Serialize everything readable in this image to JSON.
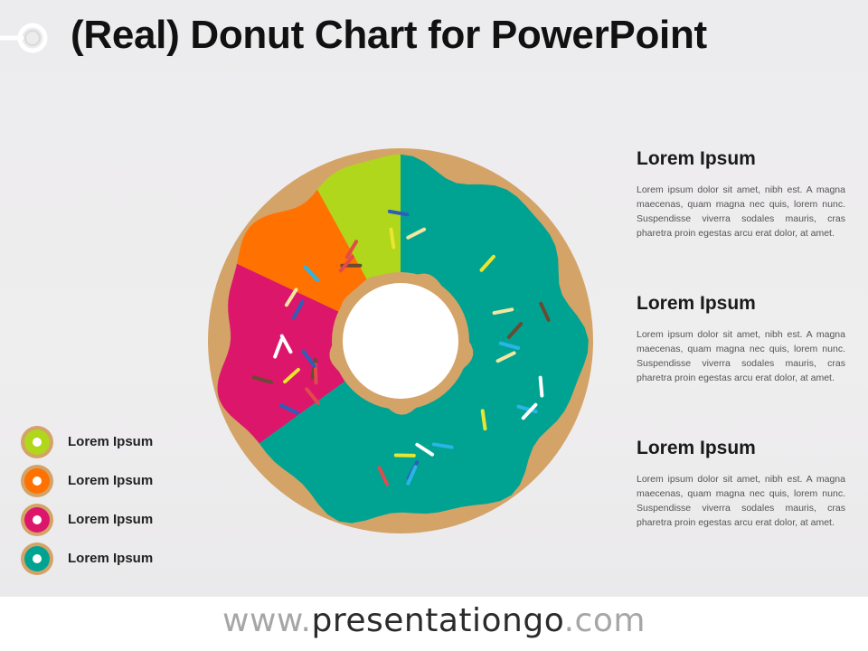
{
  "header": {
    "title": "(Real) Donut Chart for PowerPoint",
    "icon": "donut-ring-icon"
  },
  "chart_data": {
    "type": "pie",
    "title": "",
    "categories": [
      "Lorem Ipsum",
      "Lorem Ipsum",
      "Lorem Ipsum",
      "Lorem Ipsum"
    ],
    "values": [
      8,
      10,
      17,
      65
    ],
    "colors": [
      "#b0d71b",
      "#ff7100",
      "#db166b",
      "#00a392"
    ],
    "hole": true,
    "dough_color": "#d4a367",
    "legend_position": "bottom-left"
  },
  "legend": {
    "items": [
      {
        "label": "Lorem Ipsum",
        "color": "#b0d71b",
        "icon": "donut-icon"
      },
      {
        "label": "Lorem Ipsum",
        "color": "#ff7100",
        "icon": "donut-icon"
      },
      {
        "label": "Lorem Ipsum",
        "color": "#db166b",
        "icon": "donut-icon"
      },
      {
        "label": "Lorem Ipsum",
        "color": "#00a392",
        "icon": "donut-icon"
      }
    ]
  },
  "text_blocks": [
    {
      "heading": "Lorem Ipsum",
      "body": "Lorem ipsum dolor sit amet, nibh est. A magna maecenas, quam magna nec quis, lorem nunc. Suspendisse viverra sodales mauris, cras pharetra proin egestas arcu erat dolor, at amet."
    },
    {
      "heading": "Lorem Ipsum",
      "body": "Lorem ipsum dolor sit amet, nibh est. A magna maecenas, quam magna nec quis, lorem nunc. Suspendisse viverra sodales mauris, cras pharetra proin egestas arcu erat dolor, at amet."
    },
    {
      "heading": "Lorem Ipsum",
      "body": "Lorem ipsum dolor sit amet, nibh est. A magna maecenas, quam magna nec quis, lorem nunc. Suspendisse viverra sodales mauris, cras pharetra proin egestas arcu erat dolor, at amet."
    }
  ],
  "footer": {
    "prefix": "www.",
    "brand": "presentationgo",
    "suffix": ".com"
  },
  "sprinkle_colors": [
    "#ffffff",
    "#e8e630",
    "#2bb4e6",
    "#e14b4b",
    "#6b4a32",
    "#2e5fb8",
    "#f2e6a0"
  ]
}
